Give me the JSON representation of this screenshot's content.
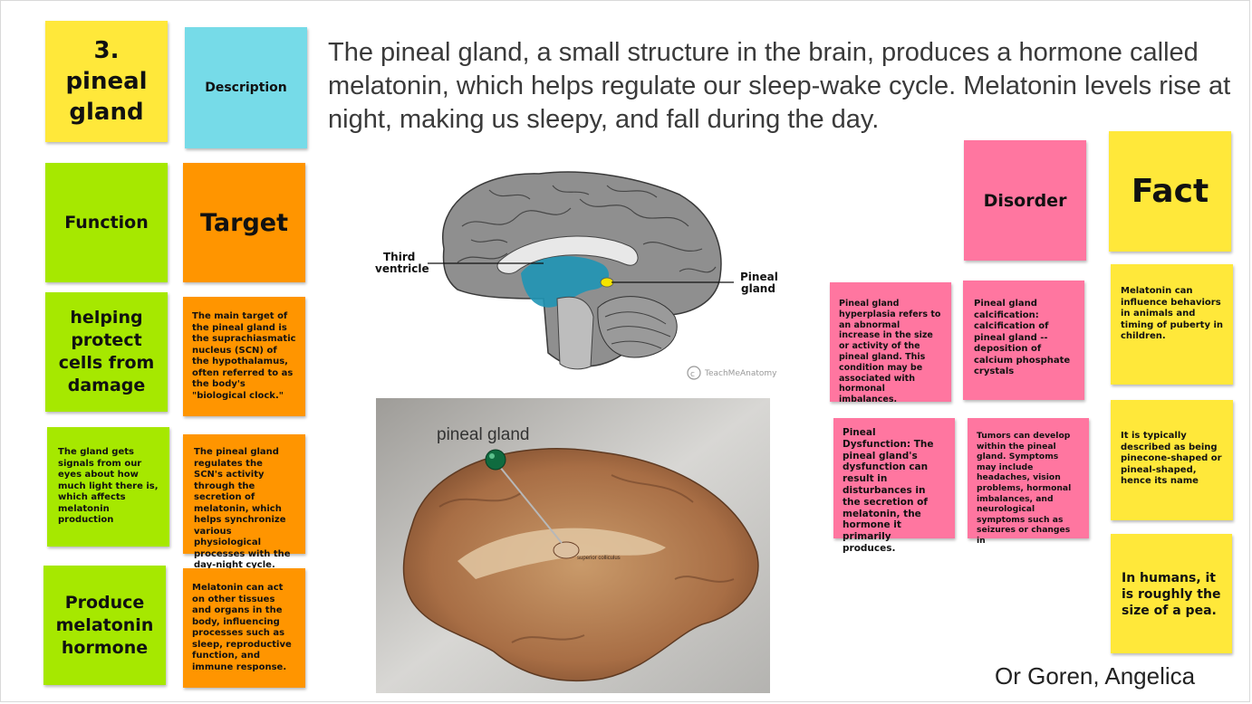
{
  "title_note": "3. pineal gland",
  "headers": {
    "description": "Description",
    "function": "Function",
    "target": "Target",
    "disorder": "Disorder",
    "fact": "Fact"
  },
  "description_text": "The pineal gland, a small structure in the brain, produces a hormone called melatonin, which helps regulate our sleep-wake cycle. Melatonin levels rise at night, making us sleepy, and fall during the day.",
  "function_notes": [
    "helping protect cells from damage",
    "The gland gets signals from our eyes about how much light there is, which affects melatonin production",
    "Produce melatonin hormone"
  ],
  "target_notes": [
    "The main target of the pineal gland is the suprachiasmatic nucleus (SCN) of the hypothalamus, often referred to as the body's \"biological clock.\"",
    "The pineal gland regulates the SCN's activity through the secretion of melatonin, which helps synchronize various physiological processes with the day-night cycle.",
    "Melatonin can act on other tissues and organs in the body, influencing processes such as sleep, reproductive function, and immune response."
  ],
  "disorder_notes": [
    "Pineal gland hyperplasia refers to an abnormal increase in the size or activity of the pineal gland. This condition may be associated with hormonal imbalances.",
    "Pineal gland calcification: calcification of pineal gland -- deposition of calcium phosphate crystals",
    "Pineal Dysfunction: The pineal gland's dysfunction can result in disturbances in the secretion of melatonin, the hormone it primarily produces.",
    "Tumors can develop within the pineal gland. Symptoms may include headaches, vision problems, hormonal imbalances, and neurological symptoms such as seizures or changes in"
  ],
  "fact_notes": [
    "Melatonin can influence behaviors in animals and timing of puberty in children.",
    "It is typically described as being pinecone-shaped or pineal-shaped, hence its name",
    "In humans, it is roughly the size of a pea."
  ],
  "brain_diagram": {
    "label_left": [
      "Third",
      "ventricle"
    ],
    "label_right": [
      "Pineal",
      "gland"
    ],
    "watermark": "TeachMeAnatomy"
  },
  "photo": {
    "label": "pineal gland",
    "small_label": "superior colliculus"
  },
  "author": "Or Goren, Angelica",
  "colors": {
    "yellow": "#ffe83a",
    "cyan": "#76dbe8",
    "green": "#a6e800",
    "orange": "#ff9500",
    "pink": "#ff76a0"
  }
}
